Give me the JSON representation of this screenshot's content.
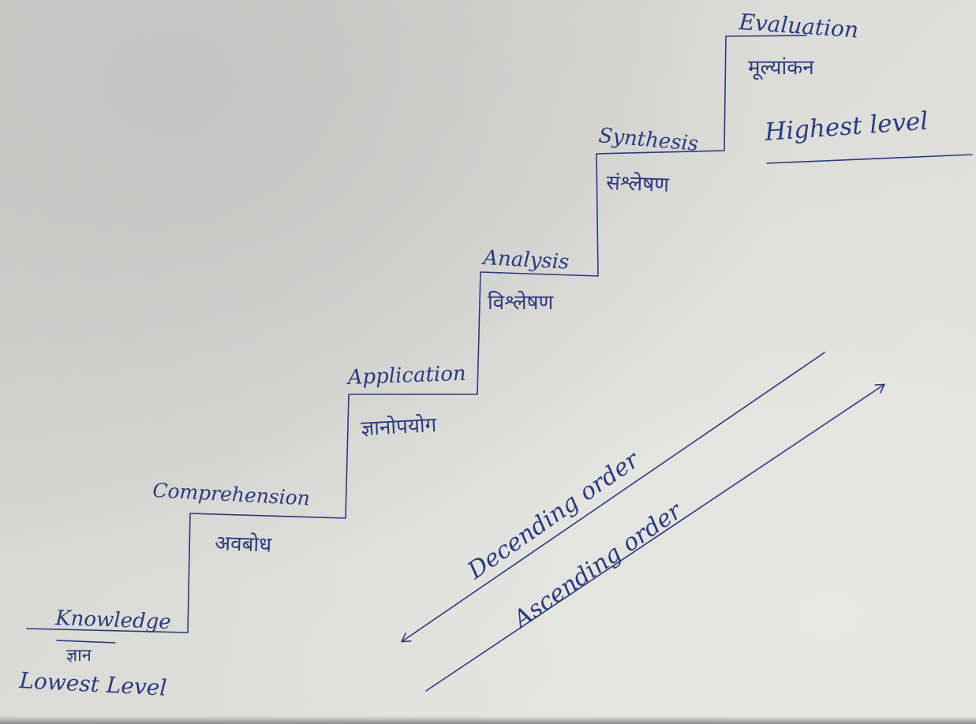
{
  "ink_color": "#2c3a7c",
  "paper_color": "#d8d8d6",
  "steps": [
    {
      "english": "Knowledge",
      "hindi": "ज्ञान"
    },
    {
      "english": "Comprehension",
      "hindi": "अवबोध"
    },
    {
      "english": "Application",
      "hindi": "ज्ञानोपयोग"
    },
    {
      "english": "Analysis",
      "hindi": "विश्लेषण"
    },
    {
      "english": "Synthesis",
      "hindi": "संश्लेषण"
    },
    {
      "english": "Evaluation",
      "hindi": "मूल्यांकन"
    }
  ],
  "lowest_label": "Lowest Level",
  "highest_label": "Highest level",
  "arrows": {
    "descending": "Decending order",
    "ascending": "Ascending order"
  }
}
